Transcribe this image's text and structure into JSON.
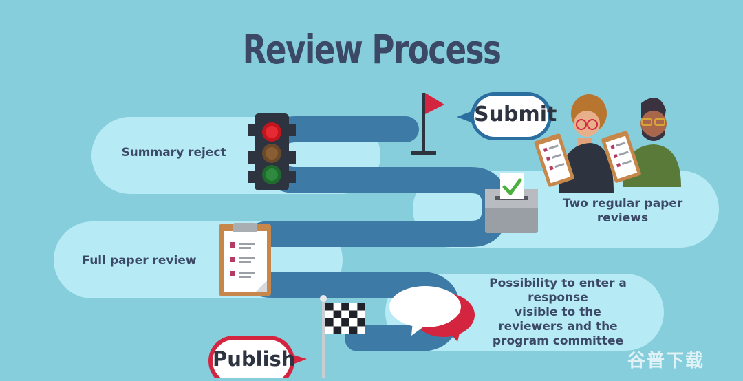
{
  "title": "Review Process",
  "steps": {
    "submit": "Submit",
    "summary_reject": "Summary reject",
    "two_reviews": [
      "Two regular paper",
      "reviews"
    ],
    "full_review": "Full paper review",
    "response": [
      "Possibility to enter a",
      "response",
      "visible to the",
      "reviewers and the",
      "program committee"
    ],
    "publish": "Publish"
  },
  "watermark": "谷普下载",
  "colors": {
    "background": "#86cedb",
    "lane": "#b6ebf5",
    "road": "#3d7ba6",
    "title": "#3b4866",
    "accent_red": "#d3253f"
  }
}
